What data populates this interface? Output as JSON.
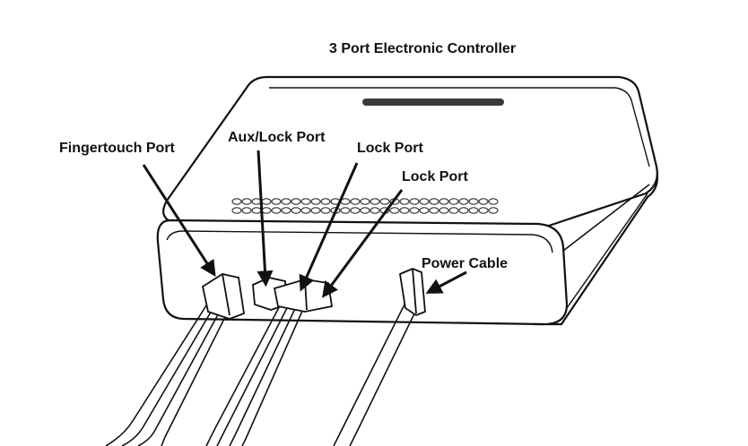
{
  "title": "3 Port Electronic Controller",
  "labels": {
    "fingertouch_port": "Fingertouch Port",
    "aux_lock_port": "Aux/Lock Port",
    "lock_port_1": "Lock Port",
    "lock_port_2": "Lock Port",
    "power_cable": "Power Cable"
  },
  "icons": {
    "controller": "controller-box-icon",
    "connector": "port-connector-icon",
    "arrow": "arrow-pointer-icon"
  },
  "colors": {
    "line": "#111111",
    "fill": "#ffffff",
    "slot": "#3a3a3a"
  }
}
